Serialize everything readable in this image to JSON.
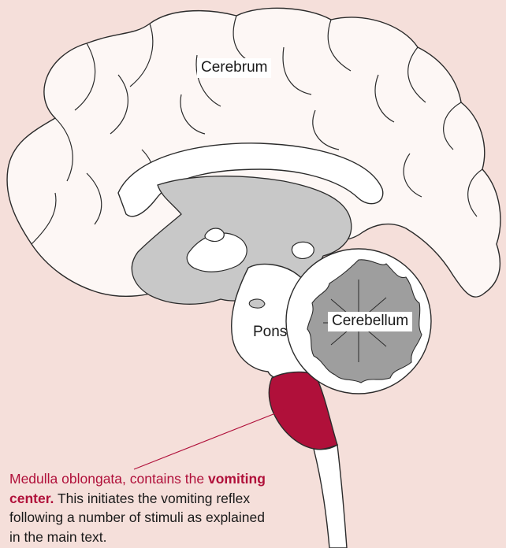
{
  "labels": {
    "cerebrum": "Cerebrum",
    "pons": "Pons",
    "cerebellum": "Cerebellum"
  },
  "caption": {
    "part1": "Medulla oblongata, contains the",
    "bold": "vomiting center.",
    "part2": " This initiates the vomiting reflex following a number of stimuli as explained in the main text."
  },
  "colors": {
    "background": "#f5dfda",
    "outline": "#2b2b2b",
    "gray_matter": "#c8c8c8",
    "medulla": "#b0103a"
  }
}
